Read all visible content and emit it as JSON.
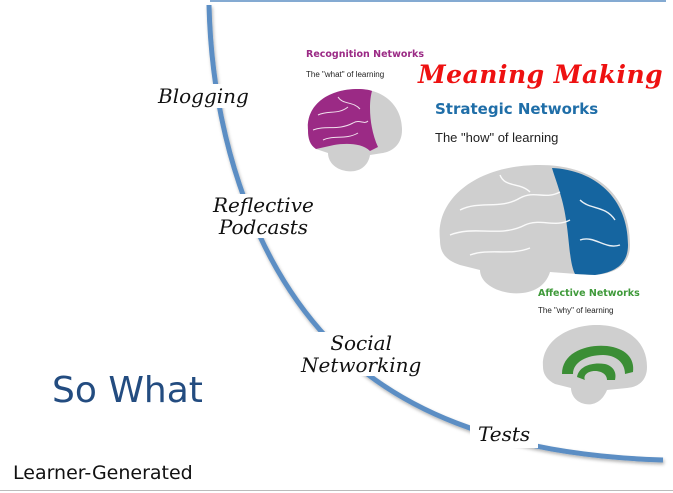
{
  "slide": {
    "colors": {
      "frame_blue": "#5b8ec4",
      "recognition_purple": "#9b2a85",
      "strategic_blue": "#1f6ea8",
      "affective_green": "#3f9a3a",
      "meaning_red": "#ee1111",
      "so_what_blue": "#234c80",
      "brain_gray": "#cfcfcf"
    },
    "heading": "Meaning Making",
    "networks": [
      {
        "id": "recognition",
        "title": "Recognition Networks",
        "subtitle": "The \"what\" of learning",
        "icon": "brain-recognition-icon"
      },
      {
        "id": "strategic",
        "title": "Strategic Networks",
        "subtitle": "The \"how\" of learning",
        "icon": "brain-strategic-icon"
      },
      {
        "id": "affective",
        "title": "Affective Networks",
        "subtitle": "The \"why\" of learning",
        "icon": "brain-affective-icon"
      }
    ],
    "activities": [
      "Blogging",
      "Reflective\nPodcasts",
      "Social\nNetworking",
      "Tests"
    ],
    "activities_lines": {
      "reflective": [
        "Reflective",
        "Podcasts"
      ],
      "social": [
        "Social",
        "Networking"
      ]
    },
    "so_what": "So What",
    "footer": "Learner-Generated"
  }
}
